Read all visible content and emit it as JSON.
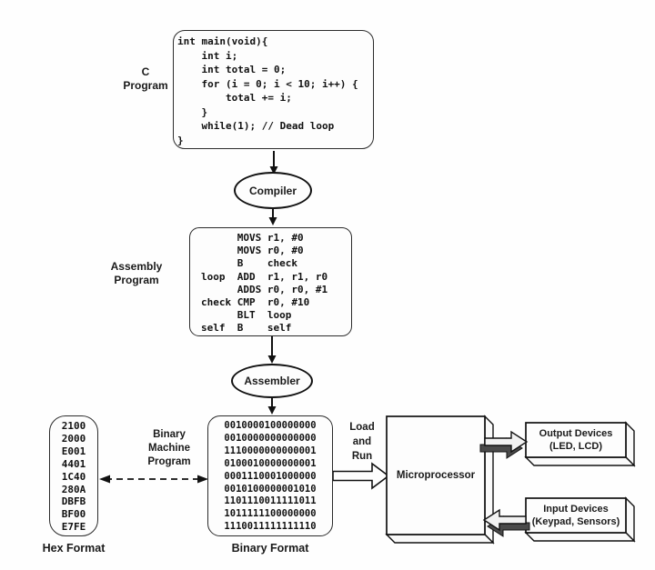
{
  "colors": {
    "ink": "#1a1a1a",
    "background": "#fefefe",
    "arrow_shadow": "#4a4a4a"
  },
  "c_program": {
    "label_lines": [
      "C",
      "Program"
    ],
    "code_lines": [
      "int main(void){",
      "    int i;",
      "    int total = 0;",
      "    for (i = 0; i < 10; i++) {",
      "        total += i;",
      "    }",
      "    while(1); // Dead loop",
      "}"
    ]
  },
  "compiler": {
    "label": "Compiler"
  },
  "assembly_program": {
    "label_lines": [
      "Assembly",
      "Program"
    ],
    "code_lines": [
      "      MOVS r1, #0",
      "      MOVS r0, #0",
      "      B    check",
      "loop  ADD  r1, r1, r0",
      "      ADDS r0, r0, #1",
      "check CMP  r0, #10",
      "      BLT  loop",
      "self  B    self"
    ]
  },
  "assembler": {
    "label": "Assembler"
  },
  "hex_format": {
    "caption": "Hex Format",
    "values": [
      "2100",
      "2000",
      "E001",
      "4401",
      "1C40",
      "280A",
      "DBFB",
      "BF00",
      "E7FE"
    ]
  },
  "binary_format": {
    "caption": "Binary Format",
    "values": [
      "0010000100000000",
      "0010000000000000",
      "1110000000000001",
      "0100010000000001",
      "0001110001000000",
      "0010100000001010",
      "1101110011111011",
      "1011111100000000",
      "1110011111111110"
    ]
  },
  "binary_machine_program": {
    "label_lines": [
      "Binary",
      "Machine",
      "Program"
    ]
  },
  "load_and_run": {
    "label_lines": [
      "Load",
      "and",
      "Run"
    ]
  },
  "microprocessor": {
    "label": "Microprocessor"
  },
  "output_devices": {
    "label_lines": [
      "Output Devices",
      "(LED, LCD)"
    ]
  },
  "input_devices": {
    "label_lines": [
      "Input Devices",
      "(Keypad, Sensors)"
    ]
  }
}
